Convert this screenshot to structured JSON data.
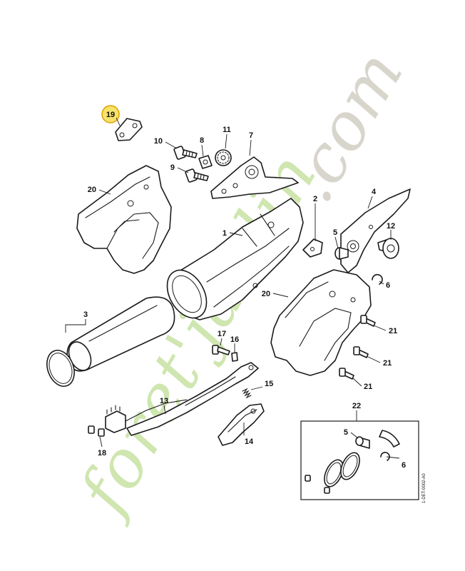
{
  "watermark": {
    "text_dark": ".com",
    "text_green": "foret'jardin",
    "color_green": "#cfe6b0",
    "color_gray": "#d8d6cc"
  },
  "labels": {
    "p1": "1",
    "p2": "2",
    "p3": "3",
    "p4": "4",
    "p5": "5",
    "p5b": "5",
    "p6": "6",
    "p6b": "6",
    "p7": "7",
    "p8": "8",
    "p9": "9",
    "p10": "10",
    "p11": "11",
    "p12": "12",
    "p13": "13",
    "p14": "14",
    "p15": "15",
    "p16": "16",
    "p17": "17",
    "p18": "18",
    "p19": "19",
    "p20a": "20",
    "p20b": "20",
    "p21a": "21",
    "p21b": "21",
    "p21c": "21",
    "p22": "22"
  },
  "highlight": {
    "part": "19",
    "color": "#f7e36b",
    "stroke": "#e0a000"
  },
  "drawing_code": "1-DET-0002-A0"
}
